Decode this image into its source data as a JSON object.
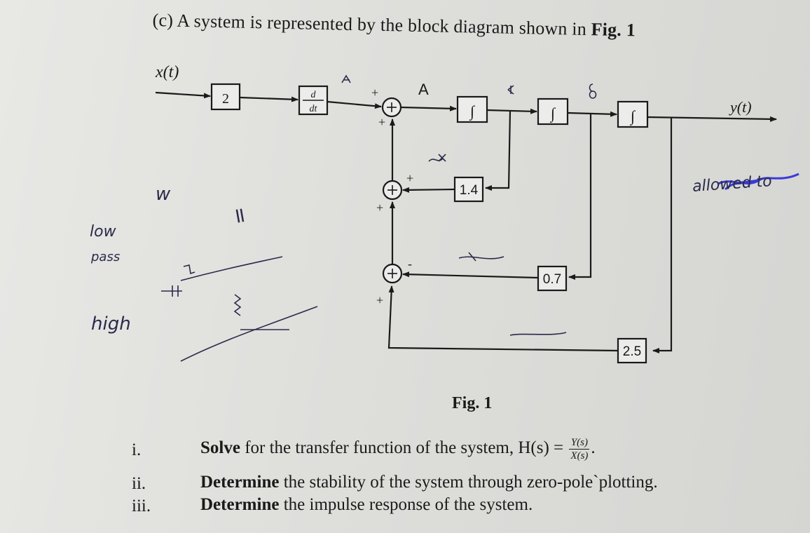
{
  "heading": {
    "prefix": "(c) A system is represented by the block diagram shown in ",
    "fig_ref": "Fig. 1"
  },
  "diagram": {
    "input_label": "x(t)",
    "output_label": "y(t)",
    "gain_block": "2",
    "derivative_num": "d",
    "derivative_den": "dt",
    "integrator_symbol": "∫",
    "feedback_gains": [
      "1.4",
      "0.7",
      "2.5"
    ],
    "signs": {
      "sum1_top": "+",
      "sum1_bottom": "+",
      "sum2_right": "+",
      "sum2_bottom": "+",
      "sum3_right": "-",
      "sum3_bottom": "+"
    },
    "node_label": "A",
    "caption": "Fig. 1"
  },
  "questions": [
    {
      "num": "i.",
      "bold": "Solve",
      "text": " for the transfer function of the system, H(s) = ",
      "frac_num": "Y(s)",
      "frac_den": "X(s)",
      "tail": "."
    },
    {
      "num": "ii.",
      "bold": "Determine",
      "text": " the stability of the system through zero-pole`plotting."
    },
    {
      "num": "iii.",
      "bold": "Determine",
      "text": " the impulse response of the system."
    }
  ],
  "handwriting": {
    "low_pass_1": "low",
    "low_pass_2": "pass",
    "high": "high",
    "allowed": "allowed to",
    "w_mark": "w",
    "equals_mark": "="
  },
  "colors": {
    "ink": "#1a1a1a",
    "pen": "#2a2a4a",
    "blue_pen": "#3a3adb"
  }
}
